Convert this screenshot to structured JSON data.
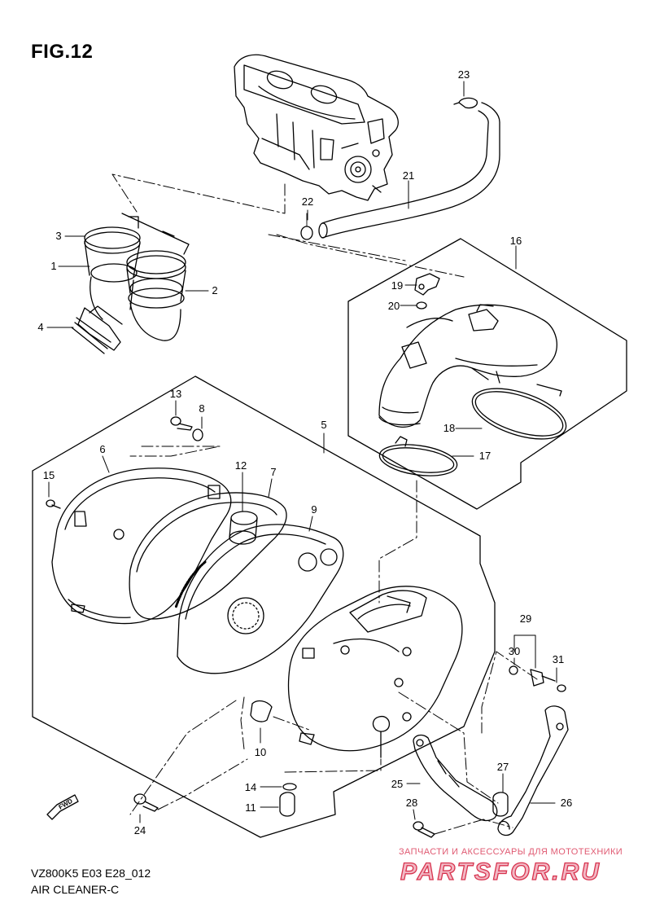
{
  "figure": {
    "title": "FIG.12",
    "model_code": "VZ800K5 E03 E28_012",
    "section_name": "AIR CLEANER-C"
  },
  "watermark": {
    "tagline": "ЗАПЧАСТИ И АКСЕССУАРЫ ДЛЯ МОТОТЕХНИКИ",
    "brand": "PARTSFOR.RU",
    "color": "#d8344f"
  },
  "direction_marker": "FWD",
  "part_numbers": [
    "1",
    "2",
    "3",
    "4",
    "5",
    "6",
    "7",
    "8",
    "9",
    "10",
    "11",
    "12",
    "13",
    "14",
    "15",
    "16",
    "17",
    "18",
    "19",
    "20",
    "21",
    "22",
    "23",
    "24",
    "25",
    "26",
    "27",
    "28",
    "29",
    "30",
    "31"
  ]
}
